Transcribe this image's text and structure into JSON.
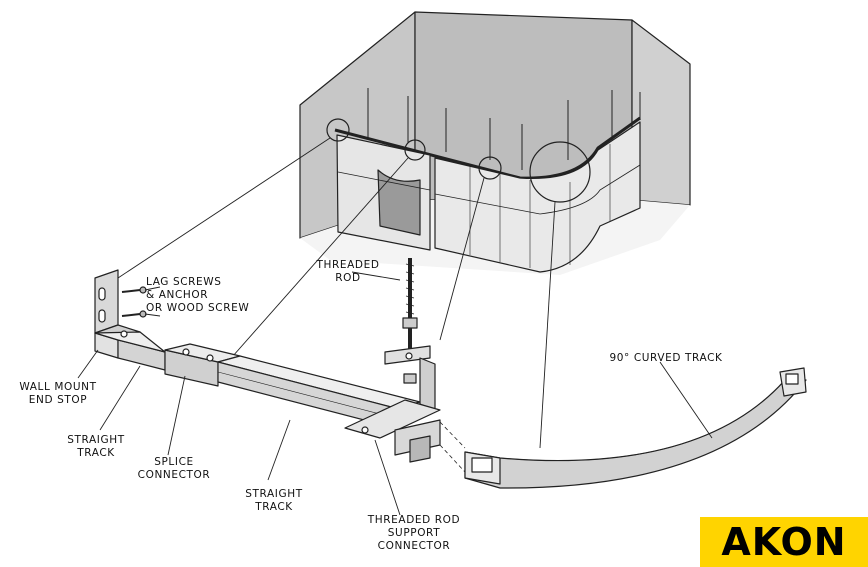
{
  "labels": {
    "lag_screws": "LAG SCREWS\n& ANCHOR\nOR WOOD SCREW",
    "threaded_rod": "THREADED\nROD",
    "curved_track": "90° CURVED TRACK",
    "wall_mount": "WALL MOUNT\nEND STOP",
    "straight_track_1": "STRAIGHT\nTRACK",
    "splice_connector": "SPLICE\nCONNECTOR",
    "straight_track_2": "STRAIGHT\nTRACK",
    "rod_support": "THREADED ROD\nSUPPORT\nCONNECTOR"
  },
  "logo": {
    "text": "AKON",
    "color": "#ffd400"
  }
}
